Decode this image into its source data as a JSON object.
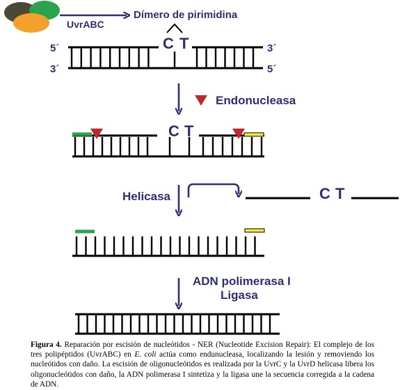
{
  "colors": {
    "label": "#2e2e72",
    "dna": "#000000",
    "cut_marker": "#c0262c",
    "green_fragment": "#2aa34a",
    "yellow_fragment": "#f2ec3a",
    "enzyme_dark": "#4a4836",
    "enzyme_green": "#2aa34a",
    "enzyme_orange": "#f2a12c"
  },
  "labels": {
    "enzyme": "UvrABC",
    "dimer": "Dímero de pirimidina",
    "prime_5": "5´",
    "prime_3": "3´",
    "endonuclease": "Endonucleasa",
    "helicase": "Helicasa",
    "polymerase": "ADN polimerasa I",
    "ligase": "Ligasa",
    "base_c": "C",
    "base_t": "T"
  },
  "icons": [
    "uvrabc-complex-icon",
    "endonuclease-cut-icon",
    "down-arrow-icon",
    "excision-arrow-icon"
  ],
  "caption": {
    "figure_label": "Figura 4.",
    "text_1": " Reparación por escisión de nucleótidos - NER (Nucleotide Excision Repair): El complejo de los tres polipéptidos (UvrABC) en ",
    "organism": "E. coli",
    "text_2": " actúa como endunucleasa, localizando la lesión y removiendo los nucleótidos con daño. La escisión de oligonucleótidos es realizada por la UvrC y la UvrD helicasa libera los oligonucleótidos con daño, la ADN polimerasa I sintetiza y la ligasa une la secuencia corregida a la cadena de ADN."
  }
}
